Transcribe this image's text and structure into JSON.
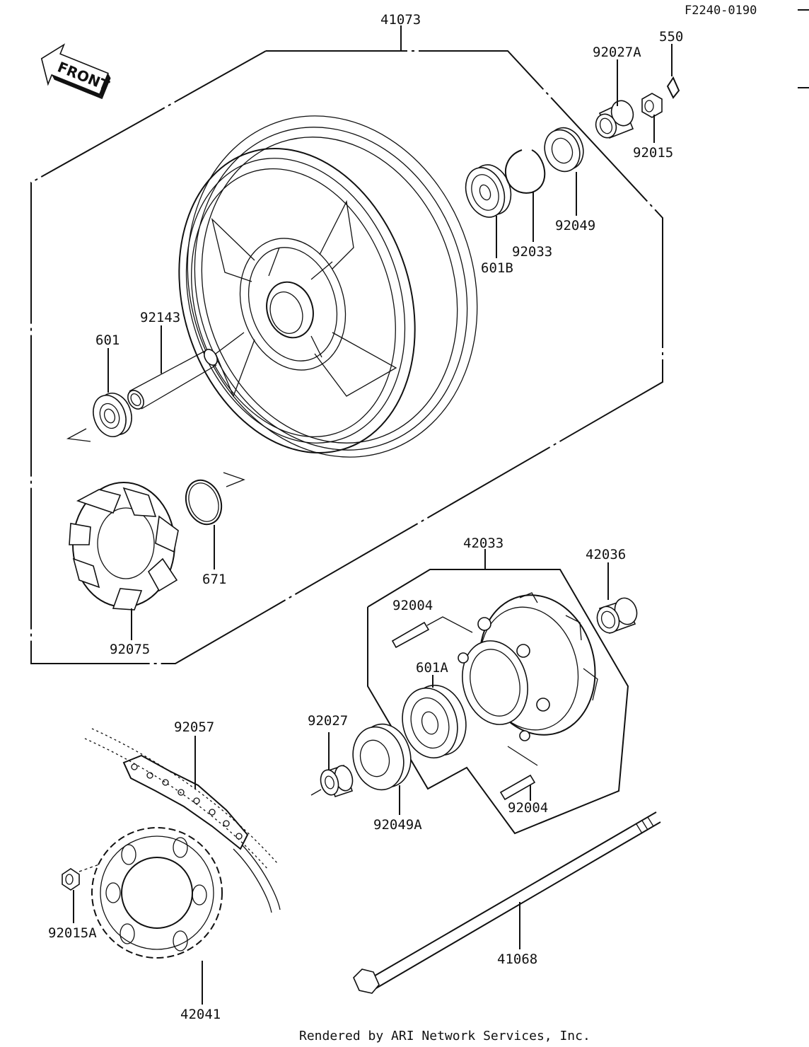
{
  "reference_code": "F2240-0190",
  "front_arrow": {
    "label": "FRONT"
  },
  "credit": "Rendered by ARI Network Services, Inc.",
  "parts": {
    "p41073": "41073",
    "p92027A": "92027A",
    "p550": "550",
    "p92015": "92015",
    "p92049": "92049",
    "p92033": "92033",
    "p601B": "601B",
    "p92143": "92143",
    "p601": "601",
    "p671": "671",
    "p92075": "92075",
    "p42033": "42033",
    "p42036": "42036",
    "p92004a": "92004",
    "p601A": "601A",
    "p92027": "92027",
    "p92049A": "92049A",
    "p92004b": "92004",
    "p92057": "92057",
    "p92015A": "92015A",
    "p42041": "42041",
    "p41068": "41068"
  }
}
